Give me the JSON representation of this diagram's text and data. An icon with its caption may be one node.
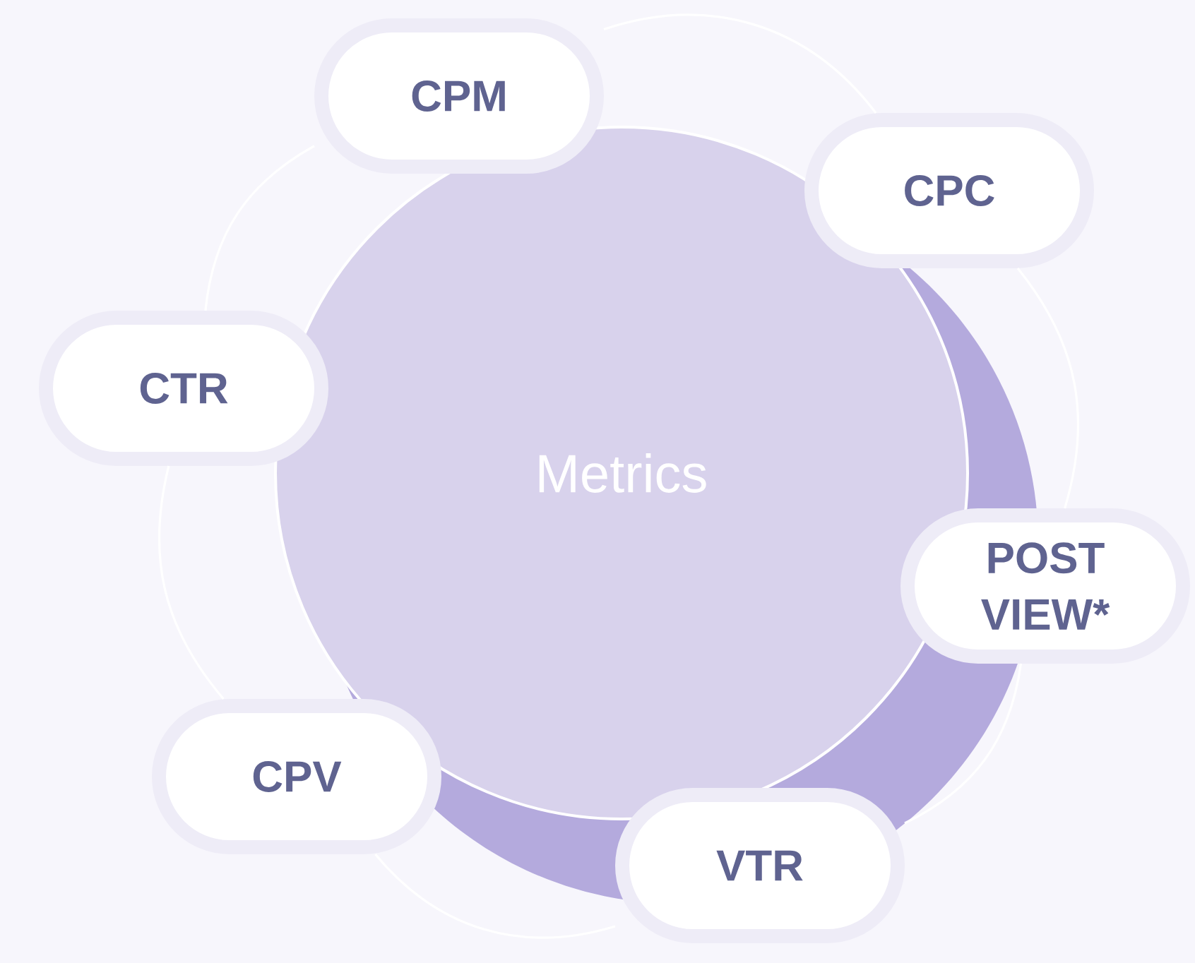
{
  "diagram": {
    "nodes": [
      {
        "text": [
          "Metrics"
        ]
      },
      {
        "text": [
          "CPM"
        ]
      },
      {
        "text": [
          "CPC"
        ]
      },
      {
        "text": [
          "CTR"
        ]
      },
      {
        "text": [
          "POST VIEW*"
        ]
      },
      {
        "text": [
          "CPV"
        ]
      },
      {
        "text": [
          "VTR"
        ]
      }
    ],
    "edges": [
      {
        "from": 1,
        "to": 2,
        "arrow": "none"
      },
      {
        "from": 2,
        "to": 4,
        "arrow": "none"
      },
      {
        "from": 4,
        "to": 6,
        "arrow": "none"
      },
      {
        "from": 6,
        "to": 5,
        "arrow": "none"
      },
      {
        "from": 5,
        "to": 3,
        "arrow": "none"
      },
      {
        "from": 3,
        "to": 1,
        "arrow": "none"
      }
    ]
  }
}
